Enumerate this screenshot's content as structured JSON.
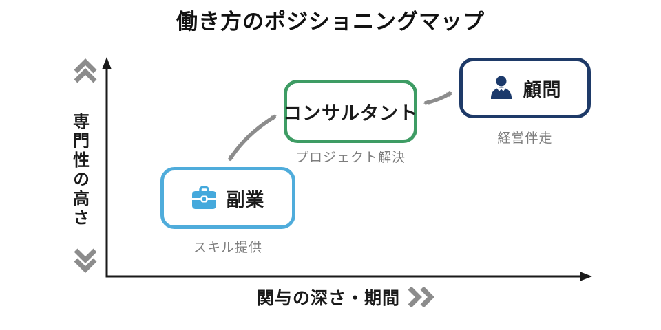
{
  "title": "働き方のポジショニングマップ",
  "axes": {
    "y_label": "専門性の高さ",
    "x_label": "関与の深さ・期間"
  },
  "nodes": [
    {
      "id": "fukugyo",
      "label": "副業",
      "caption": "スキル提供",
      "accent_color": "#4FACDB",
      "icon": "briefcase-icon"
    },
    {
      "id": "consultant",
      "label": "コンサルタント",
      "caption": "プロジェクト解決",
      "accent_color": "#3E9C64",
      "icon": null
    },
    {
      "id": "komon",
      "label": "顧問",
      "caption": "経営伴走",
      "accent_color": "#1E3A68",
      "icon": "person-icon"
    }
  ],
  "connectors": [
    {
      "from": "fukugyo",
      "to": "consultant",
      "style": "double-headed-curved-arrow",
      "color": "#8c8c8c"
    },
    {
      "from": "consultant",
      "to": "komon",
      "style": "double-headed-curved-arrow",
      "color": "#8c8c8c"
    }
  ],
  "colors": {
    "axis": "#1a1a1a",
    "chevron_gray": "#8c8c8c",
    "caption_gray": "#7d7d7d",
    "background": "#ffffff"
  }
}
